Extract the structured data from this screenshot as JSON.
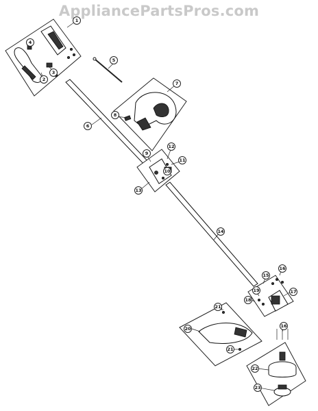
{
  "watermark": "AppliancePartsPros.com",
  "callouts": [
    "1",
    "2",
    "3",
    "4",
    "5",
    "6",
    "7",
    "8",
    "9",
    "10",
    "11",
    "12",
    "13",
    "14",
    "15",
    "16",
    "17",
    "18",
    "19",
    "20",
    "21",
    "22",
    "23"
  ]
}
